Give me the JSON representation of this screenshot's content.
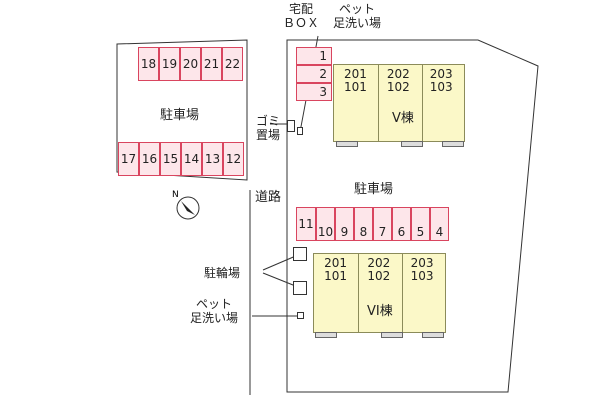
{
  "labels": {
    "parking_left": "駐車場",
    "parking_right": "駐車場",
    "road": "道路",
    "delivery_box": "宅配\nＢＯＸ",
    "pet_wash_top": "ペット\n足洗い場",
    "garbage": "ゴミ\n置場",
    "bicycle": "駐輪場",
    "pet_wash_bottom": "ペット\n足洗い場",
    "building_v": "V棟",
    "building_vi": "VI棟"
  },
  "left_top_slots": [
    "18",
    "19",
    "20",
    "21",
    "22"
  ],
  "left_bottom_slots": [
    "17",
    "16",
    "15",
    "14",
    "13",
    "12"
  ],
  "right_side_slots": [
    "1",
    "2",
    "3"
  ],
  "right_row_slots": [
    "11",
    "10",
    "9",
    "8",
    "7",
    "6",
    "5",
    "4"
  ],
  "building_v_units": [
    {
      "upper": "201",
      "lower": "101"
    },
    {
      "upper": "202",
      "lower": "102"
    },
    {
      "upper": "203",
      "lower": "103"
    }
  ],
  "building_vi_units": [
    {
      "upper": "201",
      "lower": "101"
    },
    {
      "upper": "202",
      "lower": "102"
    },
    {
      "upper": "203",
      "lower": "103"
    }
  ],
  "compass": "N"
}
